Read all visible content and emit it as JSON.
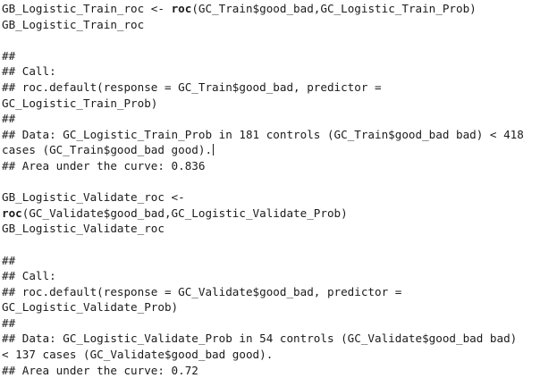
{
  "console": {
    "lines": [
      {
        "kind": "code",
        "prefix": "GB_Logistic_Train_roc <- ",
        "fn": "roc",
        "suffix": "(GC_Train$good_bad,GC_Logistic_Train_Prob)"
      },
      {
        "kind": "text",
        "text": "GB_Logistic_Train_roc"
      },
      {
        "kind": "blank"
      },
      {
        "kind": "text",
        "text": "##"
      },
      {
        "kind": "text",
        "text": "## Call:"
      },
      {
        "kind": "text",
        "text": "## roc.default(response = GC_Train$good_bad, predictor ="
      },
      {
        "kind": "text",
        "text": "GC_Logistic_Train_Prob)"
      },
      {
        "kind": "text",
        "text": "##"
      },
      {
        "kind": "text",
        "text": "## Data: GC_Logistic_Train_Prob in 181 controls (GC_Train$good_bad bad) < 418"
      },
      {
        "kind": "text",
        "text": "cases (GC_Train$good_bad good).",
        "cursor": true
      },
      {
        "kind": "text",
        "text": "## Area under the curve: 0.836"
      },
      {
        "kind": "blank"
      },
      {
        "kind": "text",
        "text": "GB_Logistic_Validate_roc <-"
      },
      {
        "kind": "code",
        "prefix": "",
        "fn": "roc",
        "suffix": "(GC_Validate$good_bad,GC_Logistic_Validate_Prob)"
      },
      {
        "kind": "text",
        "text": "GB_Logistic_Validate_roc"
      },
      {
        "kind": "blank"
      },
      {
        "kind": "text",
        "text": "##"
      },
      {
        "kind": "text",
        "text": "## Call:"
      },
      {
        "kind": "text",
        "text": "## roc.default(response = GC_Validate$good_bad, predictor ="
      },
      {
        "kind": "text",
        "text": "GC_Logistic_Validate_Prob)"
      },
      {
        "kind": "text",
        "text": "##"
      },
      {
        "kind": "text",
        "text": "## Data: GC_Logistic_Validate_Prob in 54 controls (GC_Validate$good_bad bad)"
      },
      {
        "kind": "text",
        "text": "< 137 cases (GC_Validate$good_bad good)."
      },
      {
        "kind": "text",
        "text": "## Area under the curve: 0.72"
      }
    ]
  }
}
